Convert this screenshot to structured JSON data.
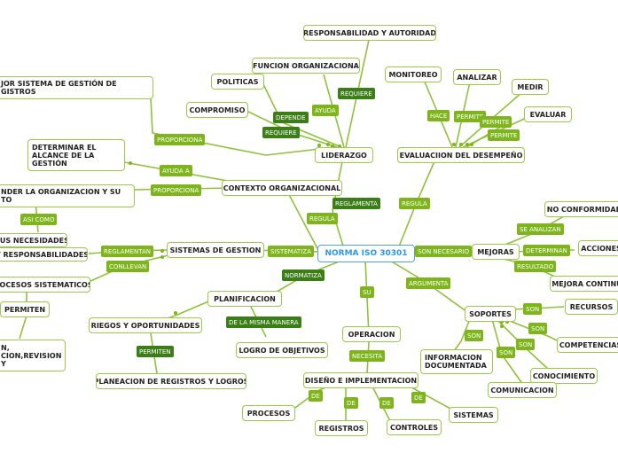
{
  "center": "NORMA ISO 30301",
  "nodes": {
    "responsabilidad": "RESPONSABILIDAD Y AUTORIDAD",
    "funcion_org": "FUNCION ORGANIZACIONA",
    "politicas": "POLITICAS",
    "compromiso": "COMPROMISO",
    "mejor_sistema": "JOR SISTEMA DE GESTIÓN DE\nGISTROS",
    "determinar_alcance": "DETERMINAR EL ALCANCE DE LA GESTIÓN",
    "entender_org": "NDER LA ORGANIZACION Y SU\nTO",
    "sus_necesidades": "SUS NECESIDADES",
    "responsabilidades": "Y RESPONSABILIDADES",
    "procesos_sistematicos": "ROCESOS SISTEMATICOS",
    "permiten_box": "PERMITEN",
    "bottom_left_text": "N,\nCION,REVISION Y",
    "liderazgo": "LIDERAZGO",
    "contexto": "CONTEXTO ORGANIZACIONAL",
    "sistemas_gestion": "SISTEMAS DE GESTION",
    "planificacion": "PLANIFICACION",
    "riegos": "RIEGOS Y OPORTUNIDADES",
    "logro": "LOGRO DE OBJETIVOS",
    "planeacion": "PLANEACION DE REGISTROS Y LOGROS",
    "operacion": "OPERACION",
    "diseno": "DISEÑO E IMPLEMENTACION",
    "procesos": "PROCESOS",
    "registros": "REGISTROS",
    "controles": "CONTROLES",
    "sistemas": "SISTEMAS",
    "monitoreo": "MONITOREO",
    "analizar": "ANALIZAR",
    "medir": "MEDIR",
    "evaluar": "EVALUAR",
    "evaluacion": "EVALUACIION DEL DESEMPEÑO",
    "mejoras": "MEJORAS",
    "no_conformidad": "NO CONFORMIDAD",
    "acciones": "ACCIONES",
    "mejora_continua": "MEJORA CONTINU",
    "soportes": "SOPORTES",
    "recursos": "RECURSOS",
    "competencias": "COMPETENCIAS",
    "conocimiento": "CONOCIMIENTO",
    "comunicacion": "COMUNICACION",
    "informacion": "INFORMACION DOCUMENTADA"
  },
  "labels": {
    "requiere_1": "REQUIERE",
    "ayuda": "AYUDA",
    "depende": "DEPENDE",
    "requiere_2": "REQUIERE",
    "proporciona_1": "PROPORCIONA",
    "ayuda_a": "AYUDA A",
    "proporciona_2": "PROPORCIONA",
    "asi_como": "ASI COMO",
    "reglamenta": "REGLAMENTA",
    "regula_1": "REGULA",
    "regula_2": "REGULA",
    "sistematiza": "SISTEMATIZA",
    "reglamentan": "REGLAMENTAN",
    "conllevan": "CONLLEVAN",
    "normatiza": "NORMATIZA",
    "de_la_misma_manera": "DE LA MISMA MANERA",
    "permiten": "PERMITEN",
    "su": "SU",
    "necesita": "NECESITA",
    "de_1": "DE",
    "de_2": "DE",
    "de_3": "DE",
    "de_4": "DE",
    "hace": "HACE",
    "permite_1": "PERMITE",
    "permite_2": "PERMITE",
    "permite_3": "PERMITE",
    "son_necesario": "SON NECESARIO",
    "se_analizan": "SE ANALIZAN",
    "determinan": "DETERMINAN",
    "resultado": "RESULTADO",
    "argumenta": "ARGUMENTA",
    "son_1": "SON",
    "son_2": "SON",
    "son_3": "SON",
    "son_4": "SON",
    "son_5": "SON"
  },
  "colors": {
    "line": "#7fb51c",
    "node_border": "#9bc94a",
    "label": "#7fb51c",
    "label_dark": "#3b7d16",
    "center_text": "#2e96e8"
  }
}
